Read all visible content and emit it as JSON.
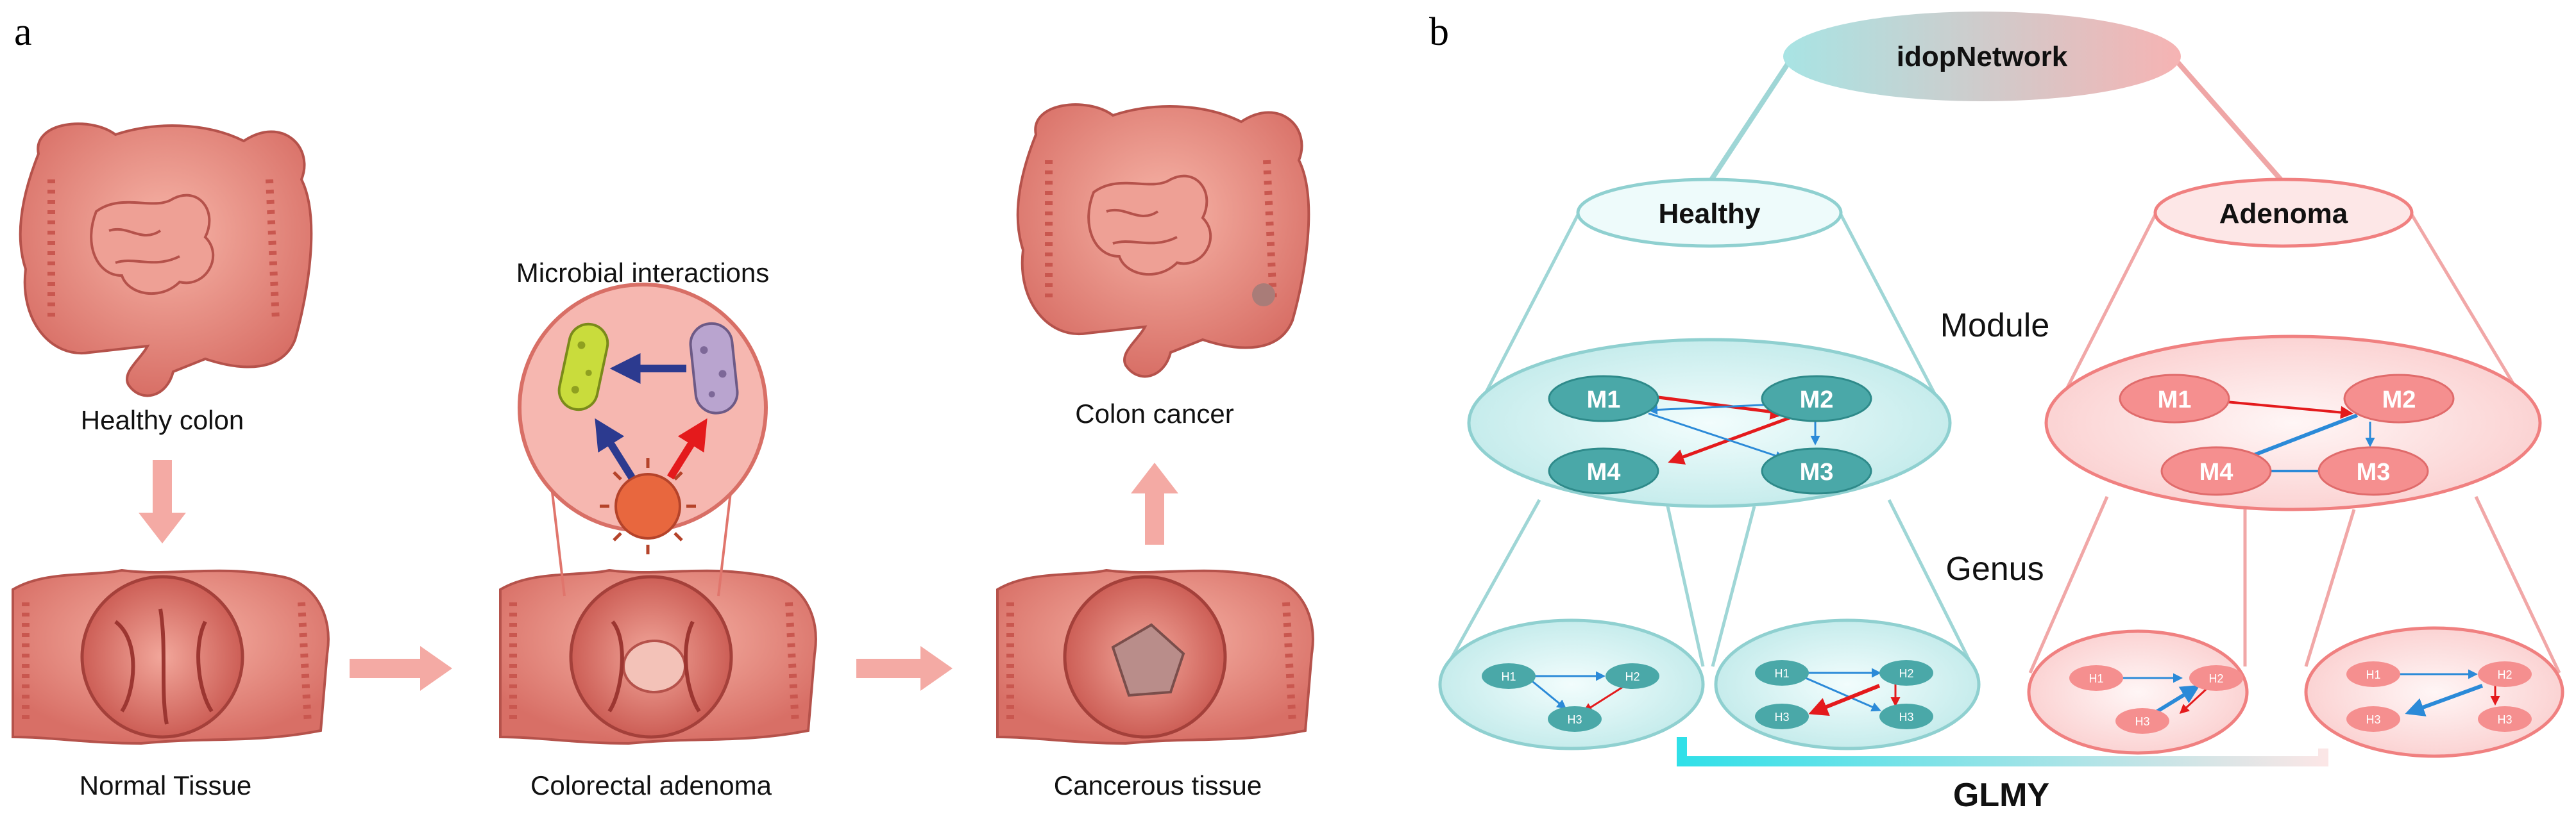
{
  "panel_a": {
    "letter": "a",
    "healthy_colon": "Healthy colon",
    "microbial_interactions": "Microbial interactions",
    "colon_cancer": "Colon cancer",
    "normal_tissue": "Normal Tissue",
    "colorectal_adenoma": "Colorectal adenoma",
    "cancerous_tissue": "Cancerous tissue"
  },
  "panel_b": {
    "letter": "b",
    "root": "idopNetwork",
    "healthy": "Healthy",
    "adenoma": "Adenoma",
    "module_label": "Module",
    "genus_label": "Genus",
    "glmy_label": "GLMY",
    "modules": [
      "M1",
      "M2",
      "M3",
      "M4"
    ],
    "genus_nodes_healthy_left": [
      "H1",
      "H2",
      "H3"
    ],
    "genus_nodes_healthy_right": [
      "H1",
      "H2",
      "H3",
      "H3"
    ],
    "genus_nodes_adenoma_left": [
      "H1",
      "H2",
      "H3"
    ],
    "genus_nodes_adenoma_right": [
      "H1",
      "H2",
      "H3",
      "H3"
    ]
  },
  "colors": {
    "teal": "#4fb3b3",
    "teal_light": "#dff5f5",
    "pink": "#f08080",
    "pink_light": "#fde3e3",
    "red_arrow": "#e41a1c",
    "blue_arrow": "#2b8ad8",
    "navy_arrow": "#2c3a8f",
    "flow_arrow": "#f4aaa4",
    "tissue": "#e8897f"
  }
}
